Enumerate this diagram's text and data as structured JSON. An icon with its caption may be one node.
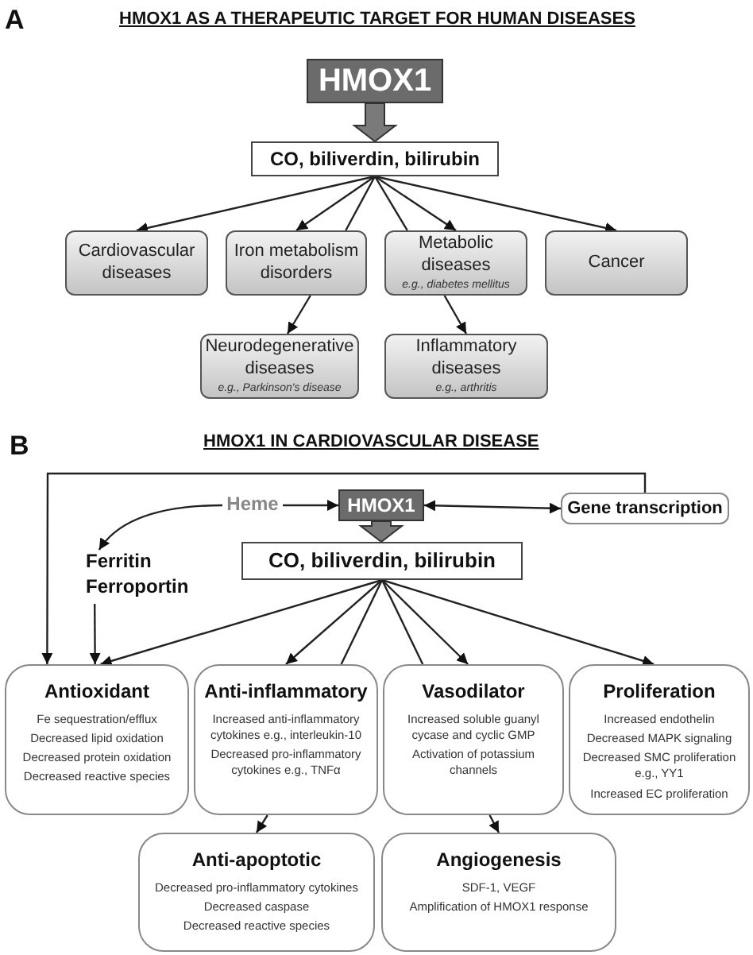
{
  "diagram": {
    "nodes": [
      {
        "text": [
          "HMOX1"
        ]
      },
      {
        "text": [
          "CO, biliverdin, bilirubin"
        ]
      },
      {
        "text": [
          "Cardiovascular diseases"
        ]
      },
      {
        "text": [
          "Iron metabolism disorders"
        ]
      },
      {
        "text": [
          "Metabolic diseases",
          "e.g., diabetes mellitus"
        ]
      },
      {
        "text": [
          "Cancer"
        ]
      },
      {
        "text": [
          "Neurodegenerative diseases",
          "e.g., Parkinson's disease"
        ]
      },
      {
        "text": [
          "Inflammatory diseases",
          "e.g., arthritis"
        ]
      },
      {
        "text": [
          "HMOX1"
        ]
      },
      {
        "text": [
          "Heme"
        ]
      },
      {
        "text": [
          "Gene transcription"
        ]
      },
      {
        "text": [
          "CO, biliverdin, bilirubin"
        ]
      },
      {
        "text": [
          "Ferritin Ferroportin"
        ]
      },
      {
        "text": [
          "Antioxidant",
          "Fe sequestration/efflux",
          "Decreased lipid oxidation",
          "Decreased protein oxidation",
          "Decreased reactive species"
        ]
      },
      {
        "text": [
          "Anti-inflammatory",
          "Increased anti-inflammatory cytokines e.g., interleukin-10",
          "Decreased pro-inflammatory cytokines e.g., TNFα"
        ]
      },
      {
        "text": [
          "Vasodilator",
          "Increased soluble guanyl cycase and cyclic GMP",
          "Activation of potassium channels"
        ]
      },
      {
        "text": [
          "Proliferation",
          "Increased endothelin",
          "Decreased MAPK signaling",
          "Decreased SMC proliferation e.g., YY1",
          "Increased EC proliferation"
        ]
      },
      {
        "text": [
          "Anti-apoptotic",
          "Decreased pro-inflammatory cytokines",
          "Decreased caspase",
          "Decreased reactive species"
        ]
      },
      {
        "text": [
          "Angiogenesis",
          "SDF-1, VEGF",
          "Amplification of HMOX1 response"
        ]
      }
    ],
    "edges": [
      {
        "from": 0,
        "to": 1,
        "arrow": "to",
        "style": "thick"
      },
      {
        "from": 1,
        "to": 2,
        "arrow": "to"
      },
      {
        "from": 1,
        "to": 3,
        "arrow": "to"
      },
      {
        "from": 1,
        "to": 3,
        "arrow": "none"
      },
      {
        "from": 1,
        "to": 4,
        "arrow": "to"
      },
      {
        "from": 1,
        "to": 4,
        "arrow": "none"
      },
      {
        "from": 1,
        "to": 5,
        "arrow": "to"
      },
      {
        "from": 9,
        "to": 8,
        "arrow": "to"
      },
      {
        "from": 9,
        "to": 12,
        "arrow": "to"
      },
      {
        "from": 8,
        "to": 10,
        "arrow": "both"
      },
      {
        "from": 8,
        "to": 11,
        "arrow": "to",
        "style": "thick"
      },
      {
        "from": 10,
        "to": 13,
        "arrow": "to"
      },
      {
        "from": 12,
        "to": 13,
        "arrow": "to"
      },
      {
        "from": 11,
        "to": 13,
        "arrow": "to"
      },
      {
        "from": 11,
        "to": 14,
        "arrow": "to"
      },
      {
        "from": 11,
        "to": 14,
        "arrow": "none"
      },
      {
        "from": 11,
        "to": 15,
        "arrow": "none"
      },
      {
        "from": 11,
        "to": 15,
        "arrow": "to"
      },
      {
        "from": 11,
        "to": 16,
        "arrow": "to"
      },
      {
        "from": 3,
        "to": 6,
        "arrow": "to"
      },
      {
        "from": 4,
        "to": 7,
        "arrow": "to"
      },
      {
        "from": 14,
        "to": 17,
        "arrow": "to"
      },
      {
        "from": 15,
        "to": 18,
        "arrow": "to"
      }
    ],
    "labels": [
      "A",
      "HMOX1 AS A THERAPEUTIC TARGET FOR HUMAN DISEASES",
      "B",
      "HMOX1 IN CARDIOVASCULAR DISEASE"
    ]
  }
}
